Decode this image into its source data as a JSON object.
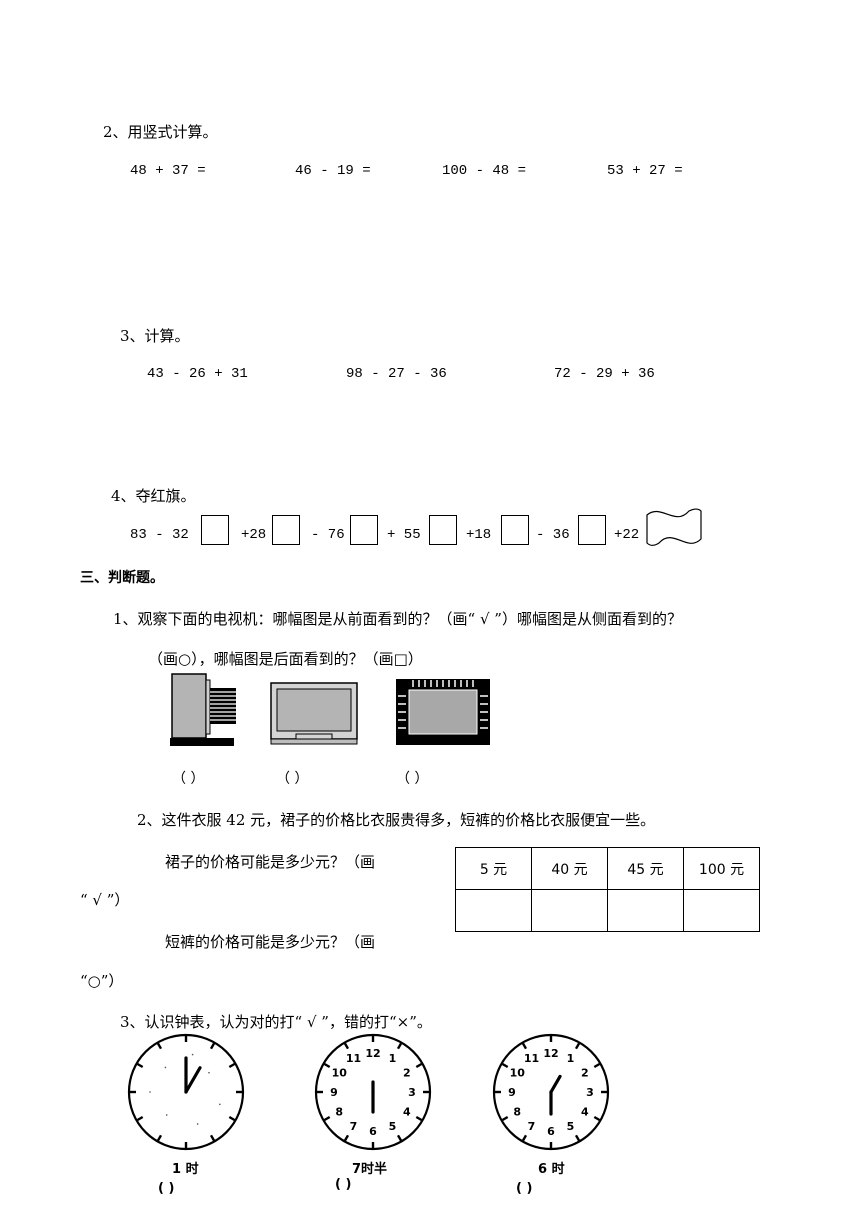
{
  "section2": {
    "title": "2、用竖式计算。",
    "problems": [
      "48 + 37 =",
      "46  -  19 =",
      "100  -  48 =",
      "53 + 27 ="
    ]
  },
  "section3": {
    "title": "3、计算。",
    "problems": [
      "43 - 26 + 31",
      "98  -  27  -  36",
      "72  -  29 + 36"
    ]
  },
  "section4": {
    "title": "4、夺红旗。",
    "chain": [
      "83  -  32",
      "+28",
      "- 76",
      "+ 55",
      "+18",
      "- 36",
      "+22"
    ]
  },
  "part3": {
    "title": "三、判断题。",
    "q1_line1": "1、观察下面的电视机：哪幅图是从前面看到的？（画“ √ ”）哪幅图是从侧面看到的？",
    "q1_line2": "（画○），哪幅图是后面看到的？（画□）",
    "tv_parens": [
      "（      ）",
      "（        ）",
      "（        ）"
    ],
    "q2_line": "2、这件衣服 42 元，裙子的价格比衣服贵得多，短裤的价格比衣服便宜一些。",
    "q2_skirt_a": "裙子的价格可能是多少元？（画",
    "q2_skirt_b": "“ √ ”）",
    "q2_shorts_a": "短裤的价格可能是多少元？（画",
    "q2_shorts_b": "“○”）",
    "prices": [
      "5 元",
      "40 元",
      "45 元",
      "100 元"
    ],
    "q3_line": "3、认识钟表，认为对的打“ √ ”，错的打“×”。",
    "clock_labels": [
      "1  时",
      "7时半",
      "6  时"
    ],
    "clock_parens": [
      "(          )",
      "(          )",
      "(          )"
    ],
    "clock_numbers": [
      "12",
      "1",
      "2",
      "3",
      "4",
      "5",
      "6",
      "7",
      "8",
      "9",
      "10",
      "11"
    ]
  }
}
